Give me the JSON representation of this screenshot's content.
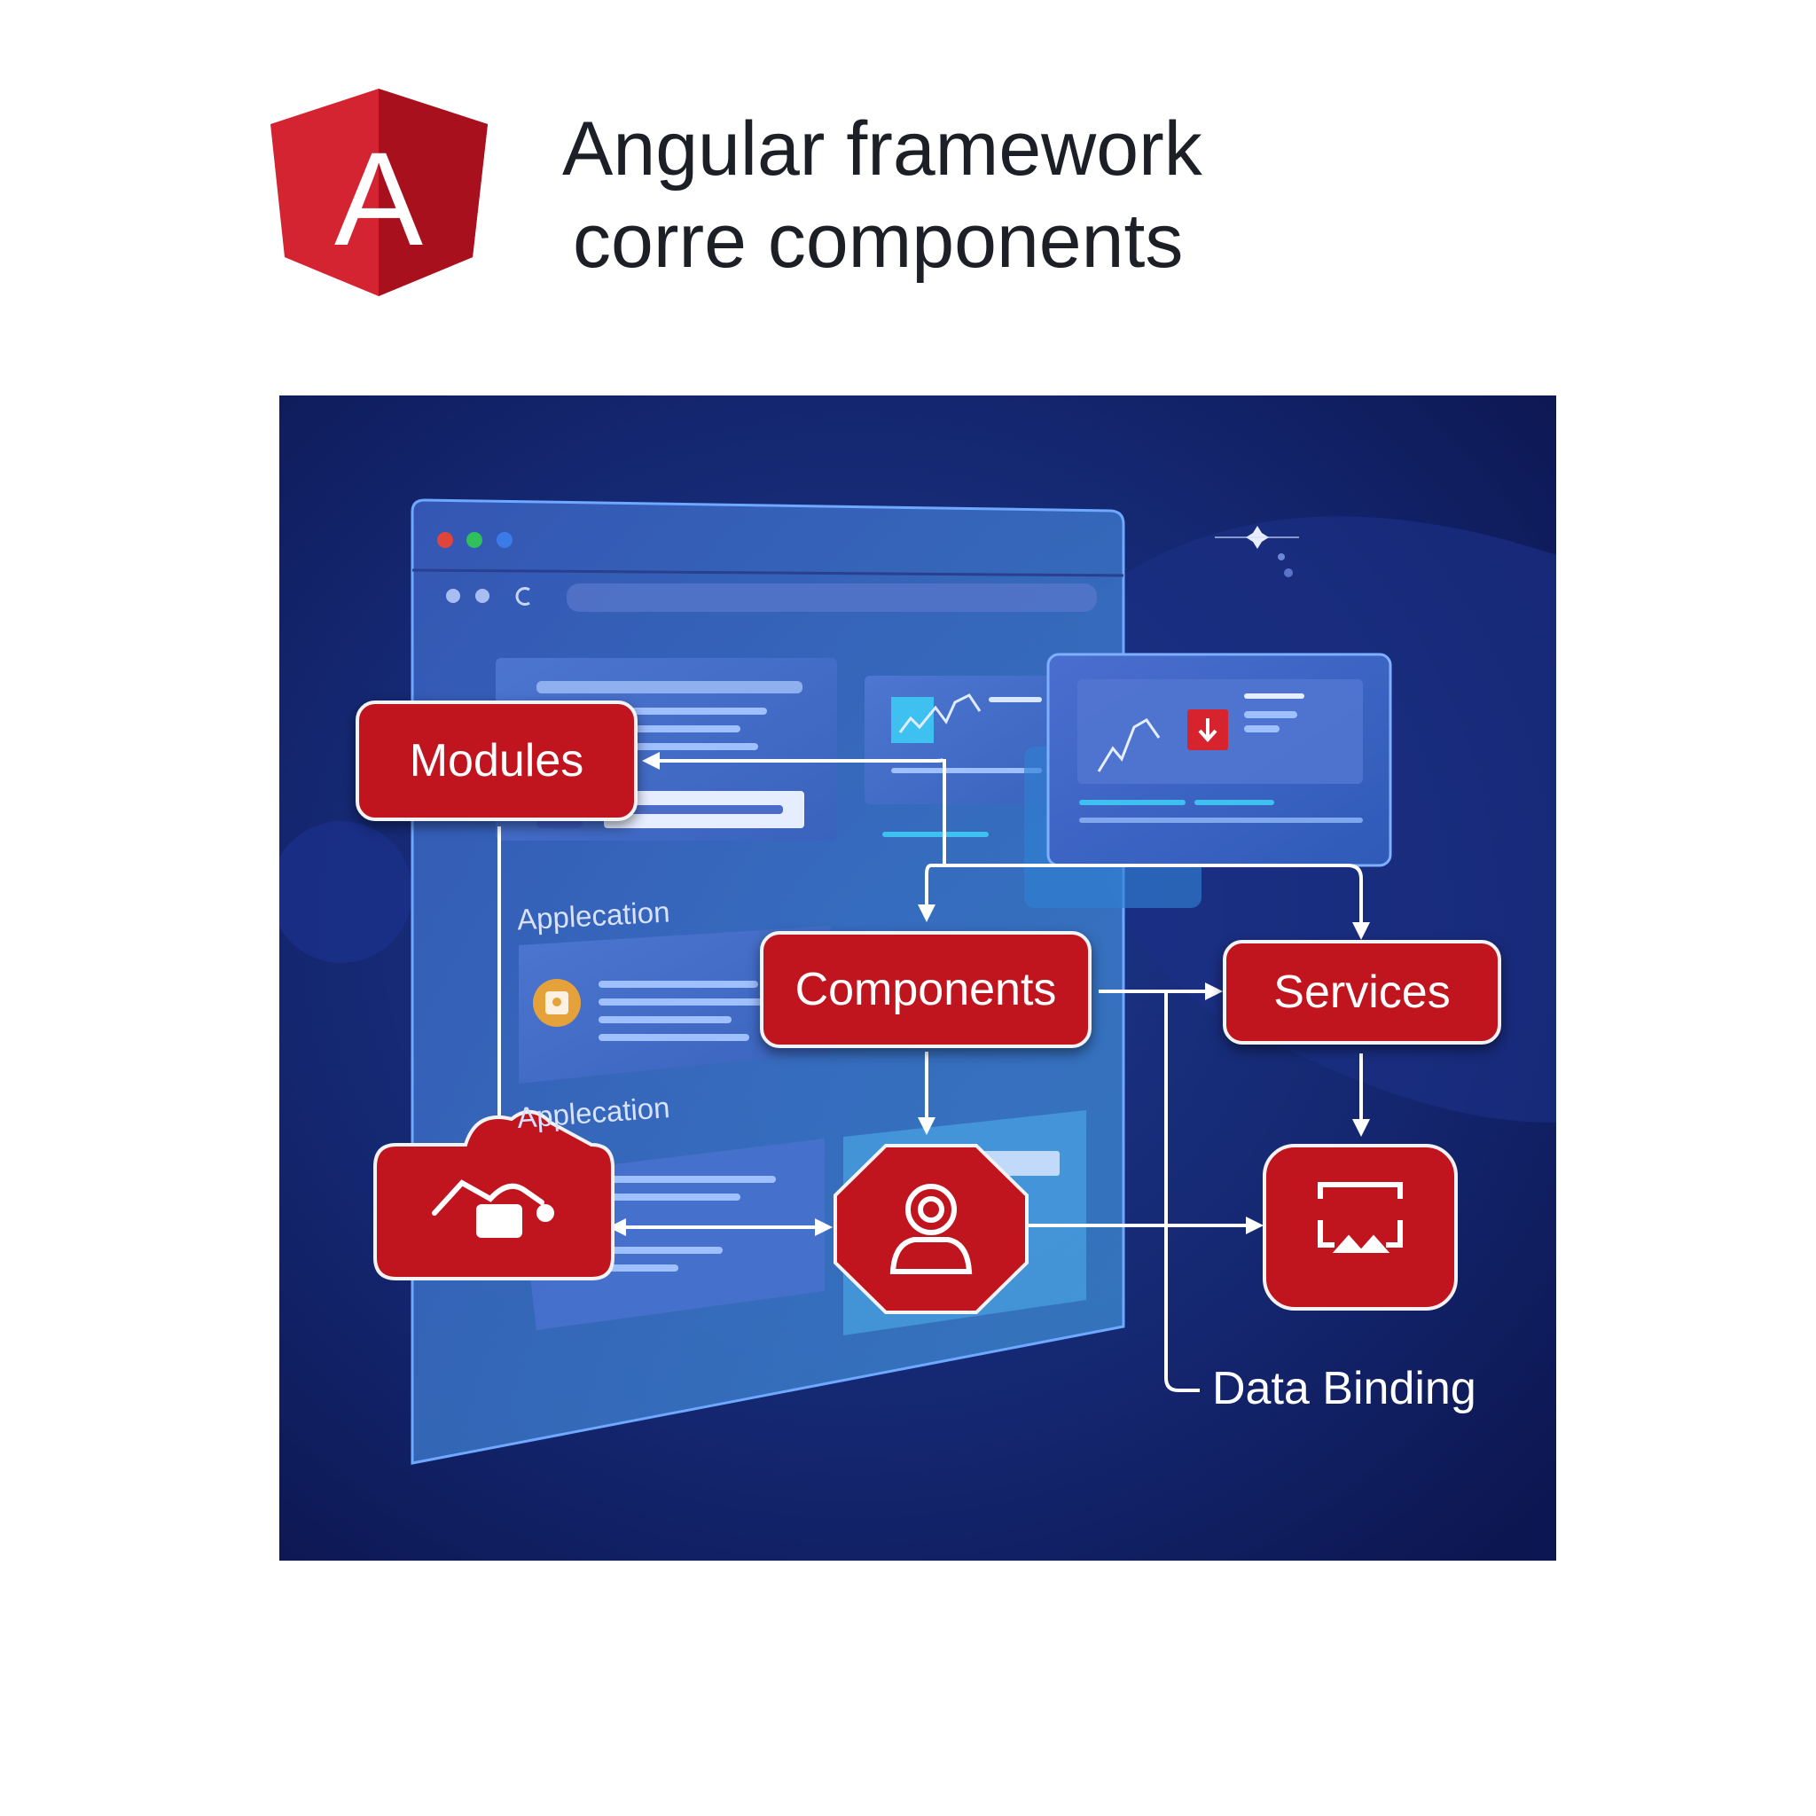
{
  "header": {
    "logo_letter": "A",
    "title_line1": "Angular framework",
    "title_line2": "corre components"
  },
  "diagram": {
    "nodes": {
      "modules": "Modules",
      "components": "Components",
      "services": "Services"
    },
    "app_labels": [
      "Applecation",
      "Applecation"
    ],
    "data_binding": "Data Binding"
  },
  "colors": {
    "angular_red": "#c0141f",
    "panel_bg": "#101d5a",
    "title_text": "#1c1f26"
  }
}
